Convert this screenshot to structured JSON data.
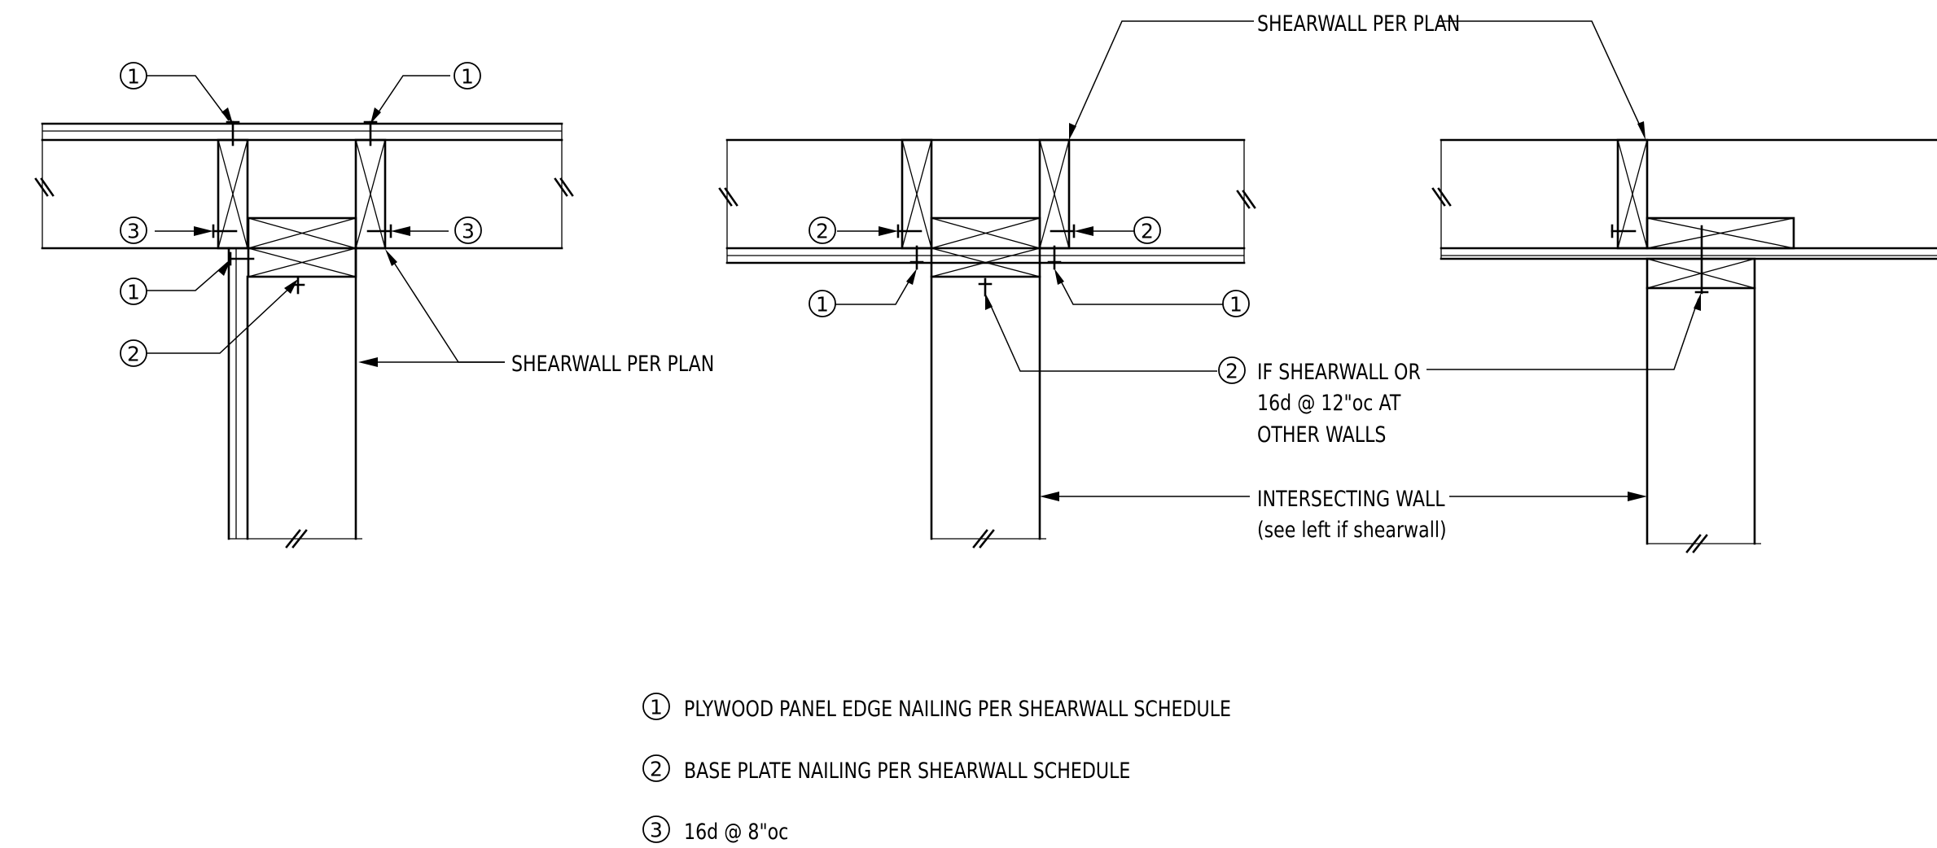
{
  "callouts": {
    "shearwall_per_plan_left": "SHEARWALL PER PLAN",
    "shearwall_per_plan_top": "SHEARWALL PER PLAN",
    "if_shearwall_line1": "IF SHEARWALL OR",
    "if_shearwall_line2": "16d @ 12\"oc AT",
    "if_shearwall_line3": "OTHER WALLS",
    "intersecting_wall_line1": "INTERSECTING WALL",
    "intersecting_wall_line2": "(see left if shearwall)"
  },
  "bubbles": {
    "one": "1",
    "two": "2",
    "three": "3"
  },
  "legend": [
    {
      "number": "1",
      "text": "PLYWOOD PANEL EDGE NAILING PER SHEARWALL SCHEDULE"
    },
    {
      "number": "2",
      "text": "BASE PLATE NAILING PER SHEARWALL SCHEDULE"
    },
    {
      "number": "3",
      "text": "16d @ 8\"oc"
    }
  ]
}
